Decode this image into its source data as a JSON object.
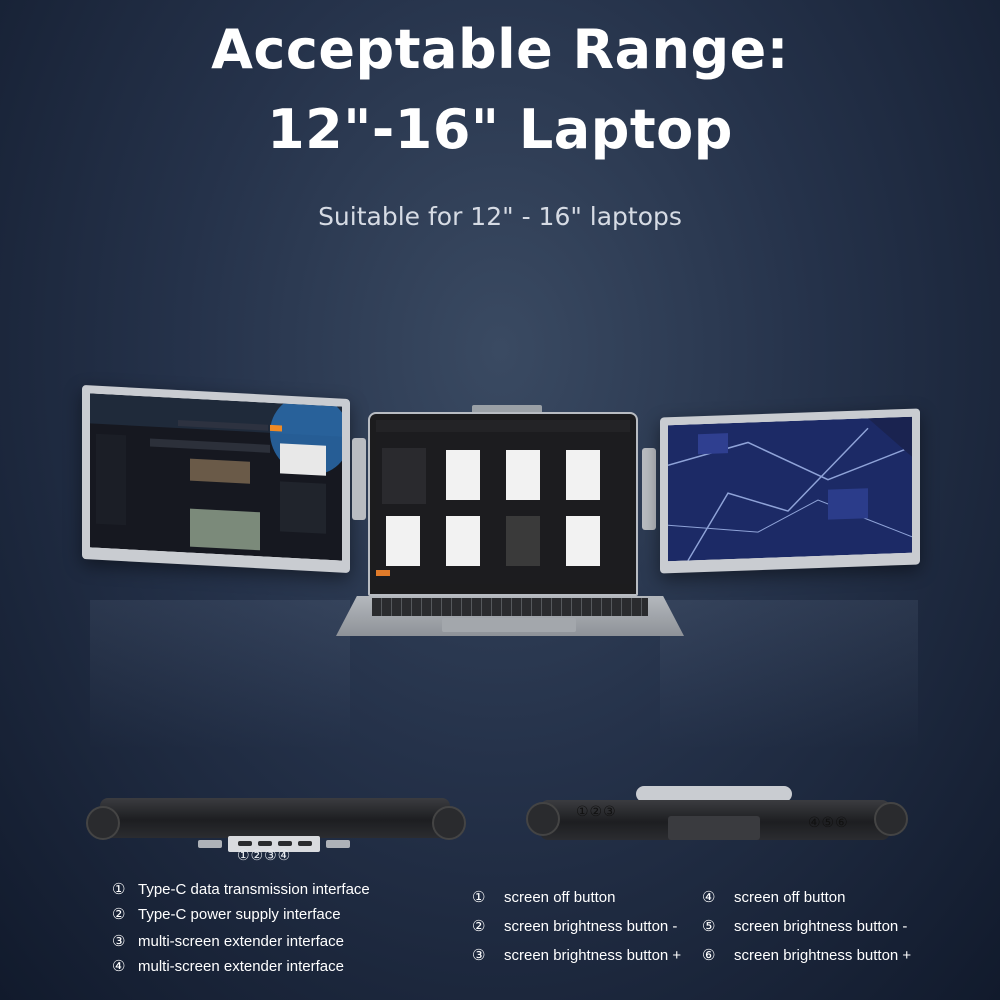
{
  "header": {
    "title_line1": "Acceptable Range:",
    "title_line2": "12\"-16\" Laptop",
    "subtitle": "Suitable for 12\" - 16\" laptops"
  },
  "bottom_views": {
    "left_port_numbers": "①②③④",
    "right_numbers_a": "①②③",
    "right_numbers_b": "④⑤⑥"
  },
  "ports_legend": [
    {
      "num": "①",
      "label": "Type-C data transmission interface"
    },
    {
      "num": "②",
      "label": "Type-C power supply interface"
    },
    {
      "num": "③",
      "label": "multi-screen extender  interface"
    },
    {
      "num": "④",
      "label": "multi-screen extender  interface"
    }
  ],
  "buttons_legend_left": [
    {
      "num": "①",
      "label": "screen off button"
    },
    {
      "num": "②",
      "label": "screen brightness button -"
    },
    {
      "num": "③",
      "label": "screen brightness button +"
    }
  ],
  "buttons_legend_right": [
    {
      "num": "④",
      "label": "screen off button"
    },
    {
      "num": "⑤",
      "label": "screen brightness button -"
    },
    {
      "num": "⑥",
      "label": "screen brightness button +"
    }
  ],
  "colors": {
    "background": "#25324a",
    "title": "#ffffff",
    "subtitle": "#d6dbe4",
    "device_frame": "#c9ccd1"
  }
}
